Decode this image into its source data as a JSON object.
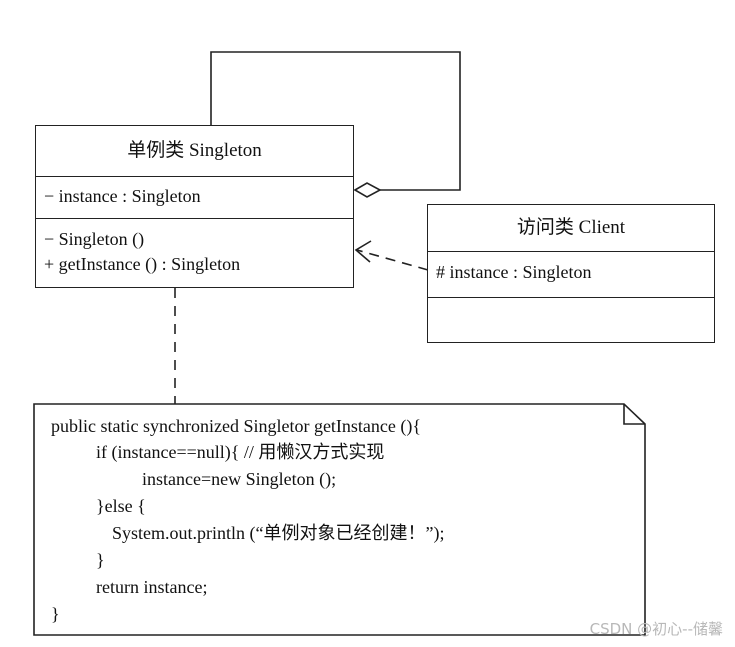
{
  "singleton_class": {
    "name": "单例类 Singleton",
    "attributes": [
      "− instance : Singleton"
    ],
    "operations": [
      "− Singleton ()",
      "+ getInstance () : Singleton"
    ]
  },
  "client_class": {
    "name": "访问类 Client",
    "attributes": [
      "# instance : Singleton"
    ],
    "operations": []
  },
  "note": {
    "lines": [
      "public static synchronized Singletor getInstance (){",
      "if (instance==null){ // 用懒汉方式实现",
      "instance=new Singleton ();",
      "}else {",
      "System.out.println (“单例对象已经创建！”);",
      "}",
      "return instance;",
      "}"
    ]
  },
  "watermark": "CSDN @初心--储馨"
}
